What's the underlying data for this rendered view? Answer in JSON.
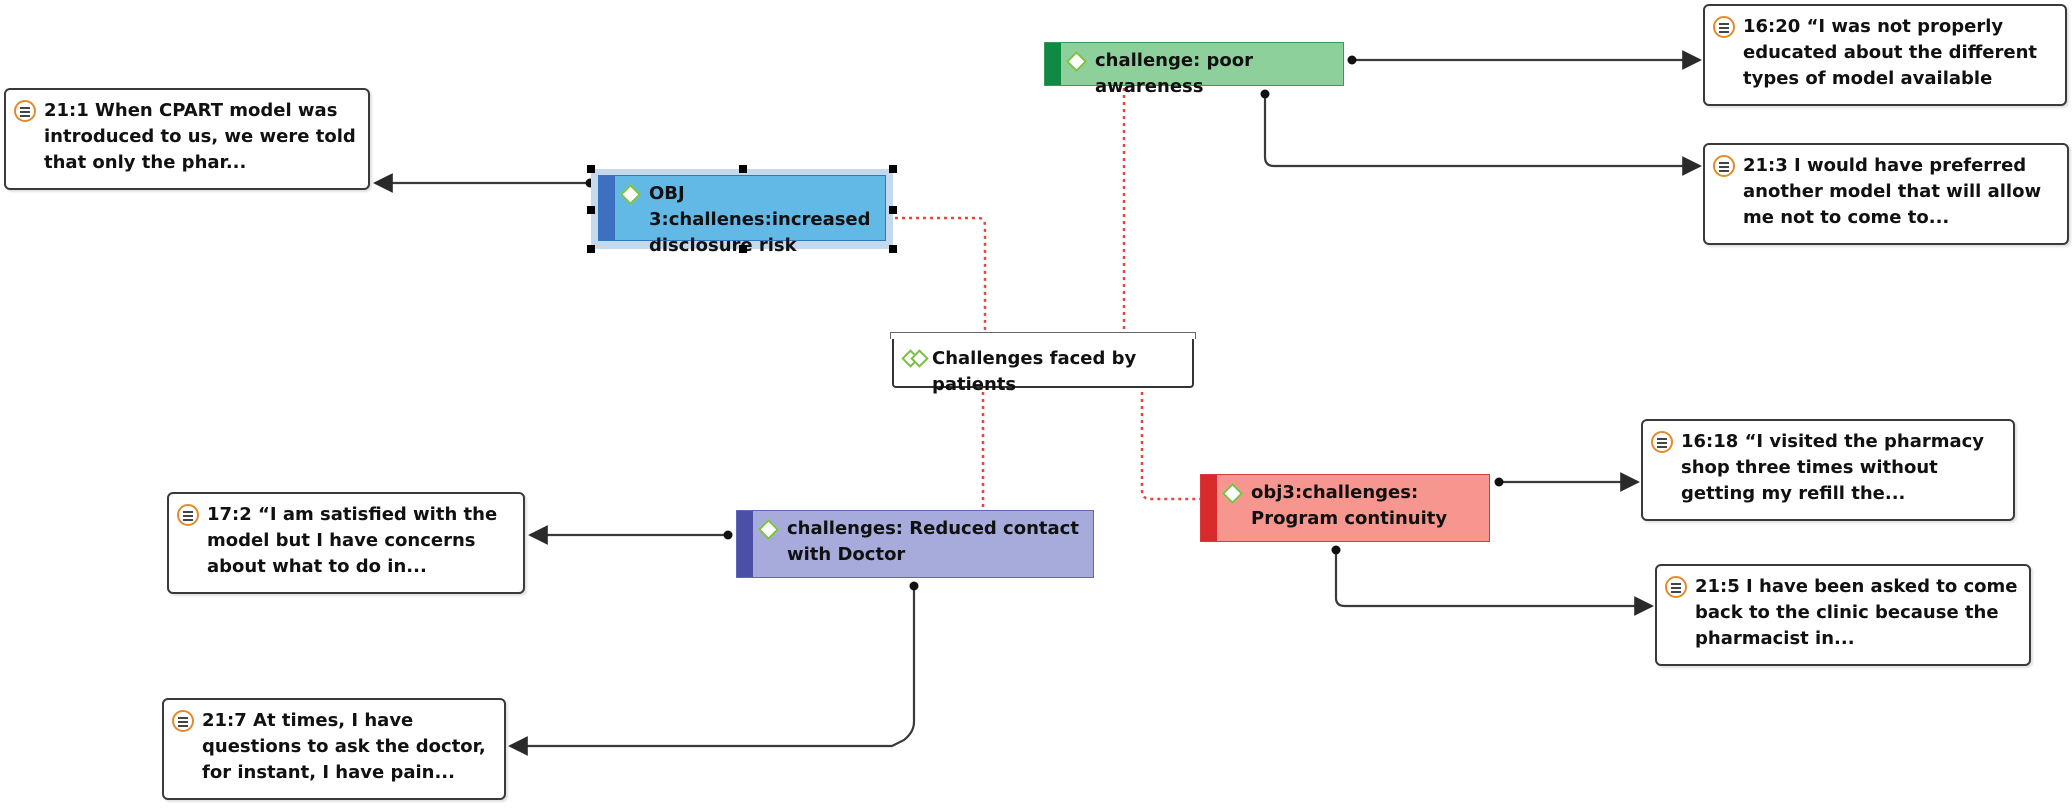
{
  "group": {
    "label": "Challenges faced by patients"
  },
  "codes": {
    "disclosure": {
      "label": "OBJ 3:challenes:increased disclosure risk",
      "fill": "#63b9e6",
      "bar": "#3f6fbf",
      "border": "#2f78c0"
    },
    "awareness": {
      "label": "challenge: poor awareness",
      "fill": "#8ed09b",
      "bar": "#0e8a45",
      "border": "#3a9a55"
    },
    "doctor": {
      "label": "challenges: Reduced contact with Doctor",
      "fill": "#a7abdc",
      "bar": "#4b50a6",
      "border": "#6267b8"
    },
    "continuity": {
      "label": "obj3:challenges: Program continuity",
      "fill": "#f6968f",
      "bar": "#d92b2b",
      "border": "#d9383a"
    }
  },
  "quotes": {
    "q21_1": "21:1 When CPART model was introduced to us, we were told that only the phar...",
    "q16_20": "16:20 “I was not properly educated about the different types of model available",
    "q21_3": "21:3 I would have preferred another model that will allow me not to come to...",
    "q16_18": "16:18 “I visited the pharmacy shop three times without getting my refill the...",
    "q21_5": "21:5 I have been asked to come back to the clinic because the pharmacist in...",
    "q17_2": "17:2 “I am satisfied with the model but I have concerns about what to do in...",
    "q21_7": "21:7 At times, I have questions to ask the doctor, for instant, I have pain..."
  },
  "colors": {
    "link_red": "#e8463c",
    "link_gray": "#3a3a3a",
    "quote_icon": "#e58a2c",
    "diamond": "#7bc043"
  },
  "icons": {
    "quote": "document-lines-icon",
    "code": "diamond-icon",
    "group": "double-diamond-icon"
  }
}
